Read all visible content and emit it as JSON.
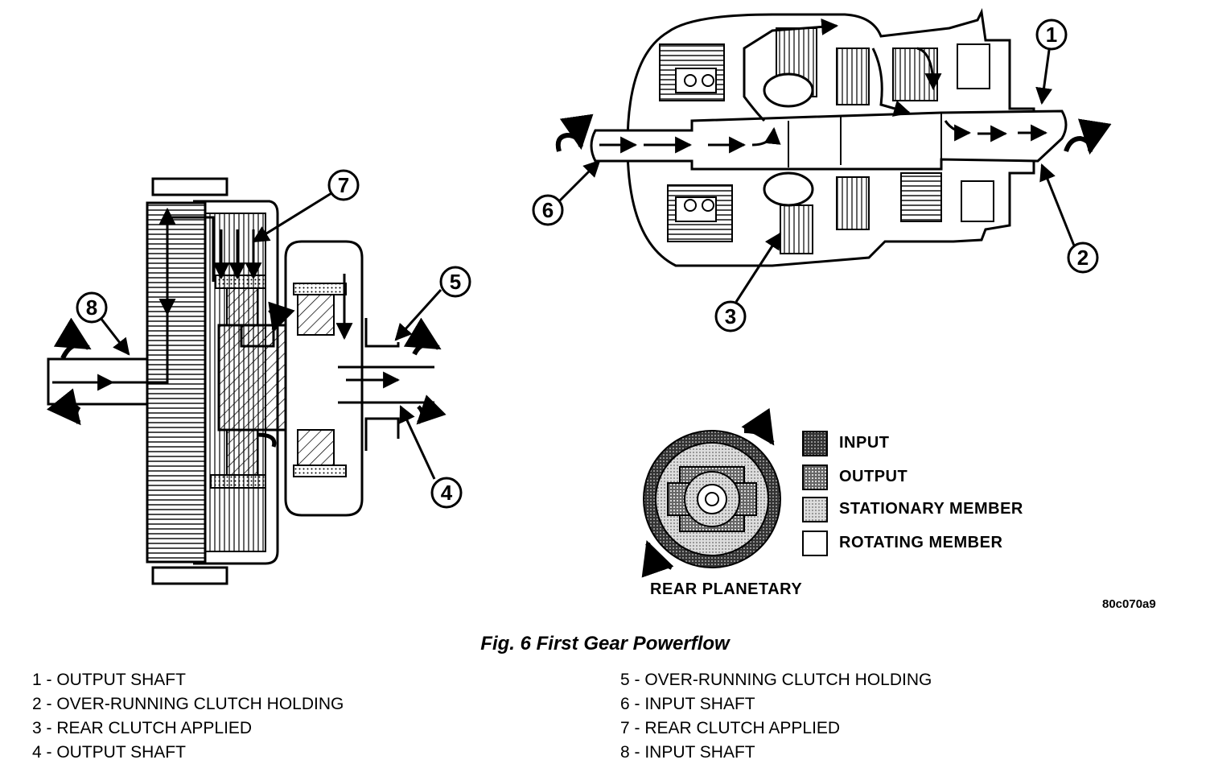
{
  "figure": {
    "caption": "Fig. 6 First Gear Powerflow",
    "code": "80c070a9",
    "callouts": [
      "1",
      "2",
      "3",
      "4",
      "5",
      "6",
      "7",
      "8"
    ],
    "planetary_label": "REAR PLANETARY"
  },
  "color_key": [
    {
      "label": "INPUT",
      "color": "#2a2a2a"
    },
    {
      "label": "OUTPUT",
      "color": "#555555"
    },
    {
      "label": "STATIONARY MEMBER",
      "color": "#a8a8a8"
    },
    {
      "label": "ROTATING MEMBER",
      "color": "#ffffff"
    }
  ],
  "parts_left": [
    "1 - OUTPUT SHAFT",
    "2 - OVER-RUNNING CLUTCH HOLDING",
    "3 - REAR CLUTCH APPLIED",
    "4 - OUTPUT SHAFT"
  ],
  "parts_right": [
    "5 - OVER-RUNNING CLUTCH HOLDING",
    "6 - INPUT SHAFT",
    "7 - REAR CLUTCH APPLIED",
    "8 - INPUT SHAFT"
  ]
}
